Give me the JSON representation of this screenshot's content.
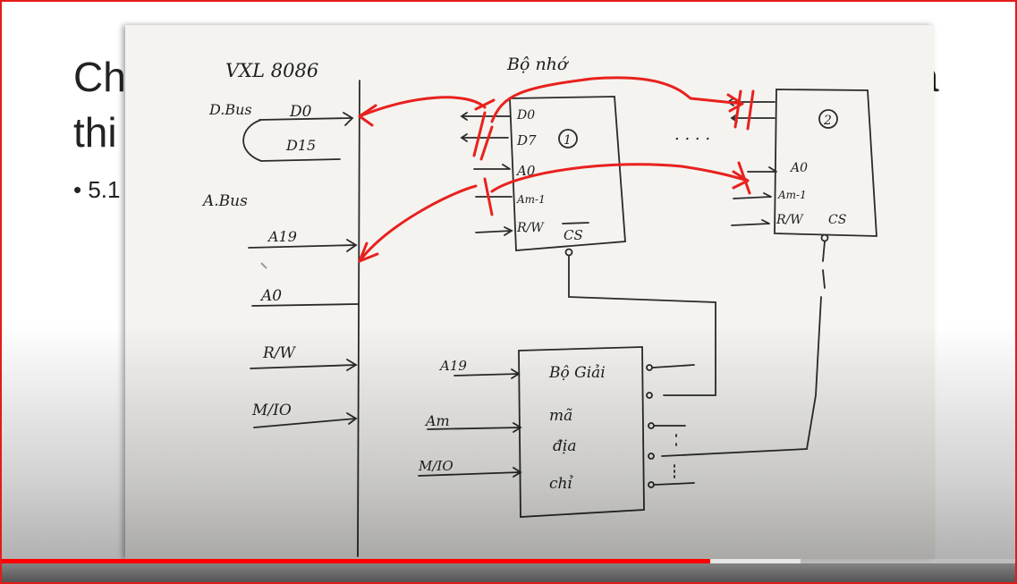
{
  "slide": {
    "title_line1": "Ch",
    "title_line2": "thi",
    "title_right": "à",
    "bullet": "• 5.1"
  },
  "diagram": {
    "cpu_label": "VXL 8086",
    "memory_label": "Bộ nhớ",
    "dbus_label": "D.Bus",
    "d0": "D0",
    "d15": "D15",
    "abus_label": "A.Bus",
    "a19": "A19",
    "a0": "A0",
    "rw": "R/W",
    "mio": "M/IO",
    "chip1_number": "1",
    "chip1_d0": "D0",
    "chip1_d7": "D7",
    "chip1_a0": "A0",
    "chip1_am1": "Am-1",
    "chip1_rw": "R/W",
    "chip1_cs": "CS",
    "chip2_number": "2",
    "chip2_a0": "A0",
    "chip2_am1": "Am-1",
    "chip2_rw": "R/W",
    "chip2_cs": "CS",
    "dots": ". . . .",
    "decoder_in_a19": "A19",
    "decoder_in_am": "Am",
    "decoder_in_mio": "M/IO",
    "decoder_line1": "Bộ Giải",
    "decoder_line2": "mã",
    "decoder_line3": "địa",
    "decoder_line4": "chỉ"
  },
  "player": {
    "progress_fraction": 0.697,
    "buffer_fraction": 0.785
  },
  "colors": {
    "annotation": "#e8211e",
    "ink": "#2a2a2a",
    "progress": "#ff0000"
  }
}
